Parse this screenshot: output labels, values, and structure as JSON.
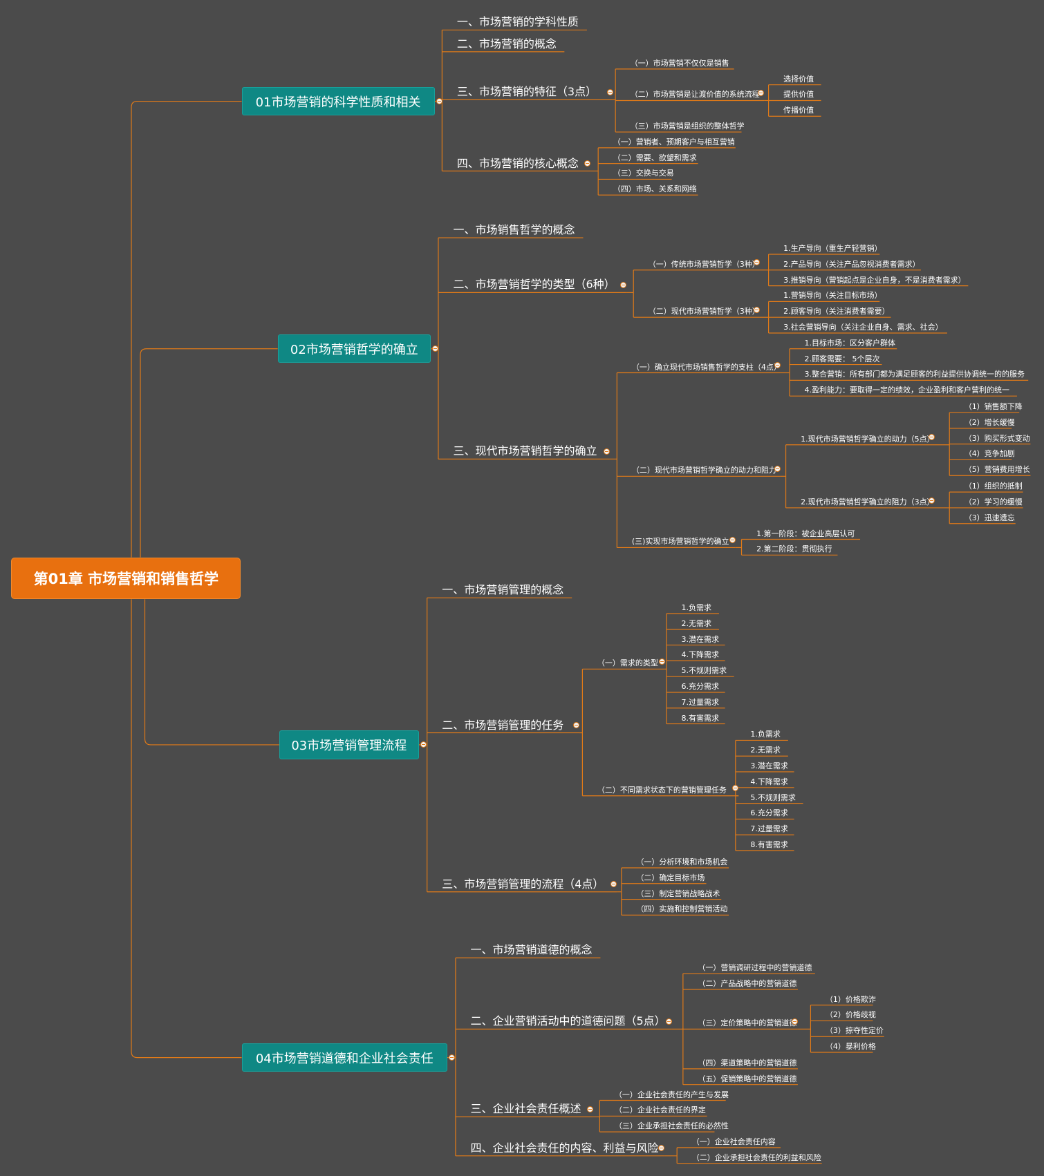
{
  "colors": {
    "background": "#4b4b4b",
    "line": "#e07a18",
    "root": "#e8700f",
    "main": "#0f8884",
    "text": "#ffffff"
  },
  "root": {
    "label": "第01章  市场营销和销售哲学"
  },
  "branches": [
    {
      "label": "01市场营销的科学性质和相关",
      "children": [
        {
          "label": "一、市场营销的学科性质"
        },
        {
          "label": "二、市场营销的概念"
        },
        {
          "label": "三、市场营销的特征（3点）",
          "children": [
            {
              "label": "（一）市场营销不仅仅是销售"
            },
            {
              "label": "（二）市场营销是让渡价值的系统流程",
              "children": [
                {
                  "label": "选择价值"
                },
                {
                  "label": "提供价值"
                },
                {
                  "label": "传播价值"
                }
              ]
            },
            {
              "label": "（三）市场营销是组织的整体哲学"
            }
          ]
        },
        {
          "label": "四、市场营销的核心概念",
          "children": [
            {
              "label": "（一）营销者、预期客户与相互营销"
            },
            {
              "label": "（二）需要、欲望和需求"
            },
            {
              "label": "（三）交换与交易"
            },
            {
              "label": "（四）市场、关系和网络"
            }
          ]
        }
      ]
    },
    {
      "label": "02市场营销哲学的确立",
      "children": [
        {
          "label": "一、市场销售哲学的概念"
        },
        {
          "label": "二、市场营销哲学的类型（6种）",
          "children": [
            {
              "label": "（一）传统市场营销哲学（3种）",
              "children": [
                {
                  "label": "1.生产导向（重生产轻营销）"
                },
                {
                  "label": "2.产品导向（关注产品忽视消费者需求）"
                },
                {
                  "label": "3.推销导向（营销起点是企业自身，不是消费者需求）"
                }
              ]
            },
            {
              "label": "（二）现代市场营销哲学（3种）",
              "children": [
                {
                  "label": "1.营销导向（关注目标市场）"
                },
                {
                  "label": "2.顾客导向（关注消费者需要）"
                },
                {
                  "label": "3.社会营销导向（关注企业自身、需求、社会）"
                }
              ]
            }
          ]
        },
        {
          "label": "三、现代市场营销哲学的确立",
          "children": [
            {
              "label": "（一）确立现代市场销售哲学的支柱（4点）",
              "children": [
                {
                  "label": "1.目标市场：区分客户群体"
                },
                {
                  "label": "2.顾客需要： 5个层次"
                },
                {
                  "label": "3.整合营销：所有部门都为满足顾客的利益提供协调统一的的服务"
                },
                {
                  "label": "4.盈利能力：要取得一定的绩效，企业盈利和客户营利的统一"
                }
              ]
            },
            {
              "label": "（二）现代市场营销哲学确立的动力和阻力",
              "children": [
                {
                  "label": "1.现代市场营销哲学确立的动力（5点）",
                  "children": [
                    {
                      "label": "（1）销售额下降"
                    },
                    {
                      "label": "（2）增长缓慢"
                    },
                    {
                      "label": "（3）购买形式变动"
                    },
                    {
                      "label": "（4）竞争加剧"
                    },
                    {
                      "label": "（5）营销费用增长"
                    }
                  ]
                },
                {
                  "label": "2.现代市场营销哲学确立的阻力（3点）",
                  "children": [
                    {
                      "label": "（1）组织的抵制"
                    },
                    {
                      "label": "（2）学习的缓慢"
                    },
                    {
                      "label": "（3）迅速遗忘"
                    }
                  ]
                }
              ]
            },
            {
              "label": "(三)实现市场营销哲学的确立",
              "children": [
                {
                  "label": "1.第一阶段：被企业高层认可"
                },
                {
                  "label": "2.第二阶段：贯彻执行"
                }
              ]
            }
          ]
        }
      ]
    },
    {
      "label": "03市场营销管理流程",
      "children": [
        {
          "label": "一、市场营销管理的概念"
        },
        {
          "label": "二、市场营销管理的任务",
          "children": [
            {
              "label": "（一）需求的类型",
              "children": [
                {
                  "label": "1.负需求"
                },
                {
                  "label": "2.无需求"
                },
                {
                  "label": "3.潜在需求"
                },
                {
                  "label": "4.下降需求"
                },
                {
                  "label": "5.不规则需求"
                },
                {
                  "label": "6.充分需求"
                },
                {
                  "label": "7.过量需求"
                },
                {
                  "label": "8.有害需求"
                }
              ]
            },
            {
              "label": "（二）不同需求状态下的营销管理任务",
              "children": [
                {
                  "label": "1.负需求"
                },
                {
                  "label": "2.无需求"
                },
                {
                  "label": "3.潜在需求"
                },
                {
                  "label": "4.下降需求"
                },
                {
                  "label": "5.不规则需求"
                },
                {
                  "label": "6.充分需求"
                },
                {
                  "label": "7.过量需求"
                },
                {
                  "label": "8.有害需求"
                }
              ]
            }
          ]
        },
        {
          "label": "三、市场营销管理的流程（4点）",
          "children": [
            {
              "label": "（一）分析环境和市场机会"
            },
            {
              "label": "（二）确定目标市场"
            },
            {
              "label": "（三）制定营销战略战术"
            },
            {
              "label": "（四）实施和控制营销活动"
            }
          ]
        }
      ]
    },
    {
      "label": "04市场营销道德和企业社会责任",
      "children": [
        {
          "label": "一、市场营销道德的概念"
        },
        {
          "label": "二、企业营销活动中的道德问题（5点）",
          "children": [
            {
              "label": "（一）营销调研过程中的营销道德"
            },
            {
              "label": "（二）产品战略中的营销道德"
            },
            {
              "label": "（三）定价策略中的营销道德",
              "children": [
                {
                  "label": "（1）价格欺诈"
                },
                {
                  "label": "（2）价格歧视"
                },
                {
                  "label": "（3）掠夺性定价"
                },
                {
                  "label": "（4）暴利价格"
                }
              ]
            },
            {
              "label": "（四）渠道策略中的营销道德"
            },
            {
              "label": "（五）促销策略中的营销道德"
            }
          ]
        },
        {
          "label": "三、企业社会责任概述",
          "children": [
            {
              "label": "（一）企业社会责任的产生与发展"
            },
            {
              "label": "（二）企业社会责任的界定"
            },
            {
              "label": "（三）企业承担社会责任的必然性"
            }
          ]
        },
        {
          "label": "四、企业社会责任的内容、利益与风险",
          "children": [
            {
              "label": "（一）企业社会责任内容"
            },
            {
              "label": "（二）企业承担社会责任的利益和风险"
            }
          ]
        }
      ]
    }
  ]
}
